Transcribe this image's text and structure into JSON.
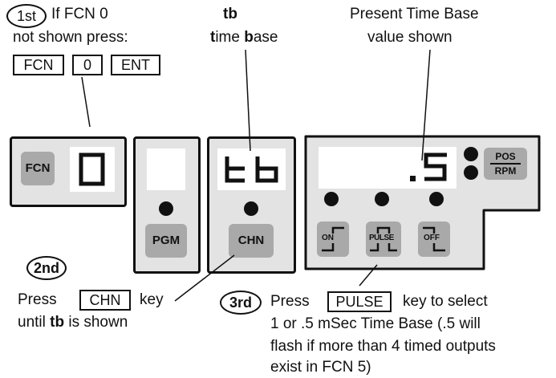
{
  "step1": {
    "badge": "1st",
    "line1": "If FCN  0",
    "line2": "not shown press:",
    "keys": [
      "FCN",
      "0",
      "ENT"
    ]
  },
  "tb_label": {
    "title": "tb",
    "sub_t": "t",
    "sub_ime": "ime ",
    "sub_b": "b",
    "sub_ase": "ase"
  },
  "present_label": {
    "line1": "Present Time Base",
    "line2": "value shown"
  },
  "panel1": {
    "button": "FCN",
    "digit": "0"
  },
  "panel2": {
    "button": "PGM"
  },
  "panel3": {
    "display": "tb",
    "button": "CHN"
  },
  "panel4": {
    "display": ".5",
    "pos": "POS",
    "rpm": "RPM",
    "buttons": [
      "ON",
      "PULSE",
      "OFF"
    ]
  },
  "step2": {
    "badge": "2nd",
    "press": "Press",
    "key": "CHN",
    "after_key": "key",
    "line2_pre": "until ",
    "line2_bold": "tb",
    "line2_post": "  is shown"
  },
  "step3": {
    "badge": "3rd",
    "press": "Press",
    "key": "PULSE",
    "after_key": "key to select",
    "line2": "1 or .5 mSec Time Base (.5 will",
    "line3": "flash if more than 4 timed outputs",
    "line4": "exist in FCN 5)"
  }
}
